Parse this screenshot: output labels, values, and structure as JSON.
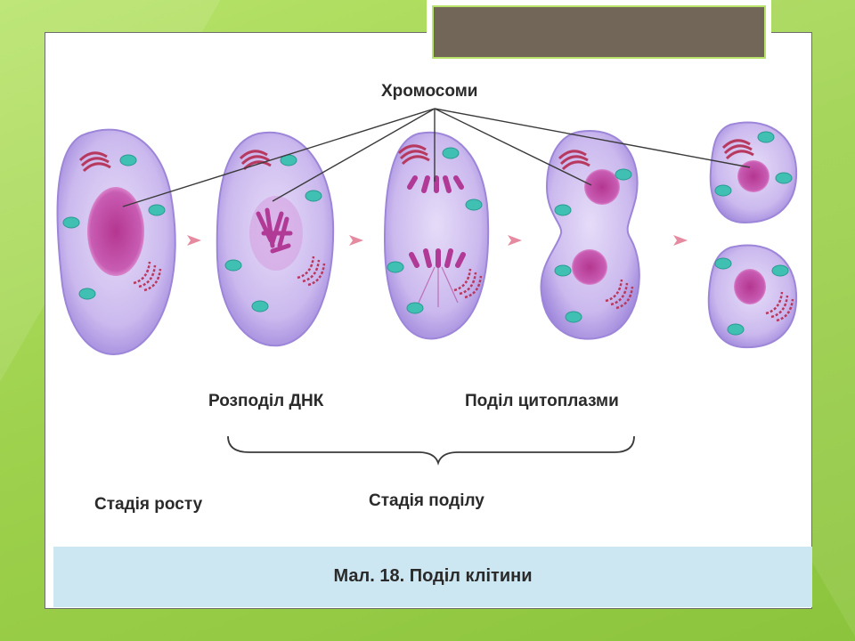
{
  "figure": {
    "labels": {
      "chromosomes": "Хромосоми",
      "dna_division": "Розподіл ДНК",
      "cytoplasm_division": "Поділ цитоплазми",
      "growth_stage": "Стадія росту",
      "division_stage": "Стадія поділу"
    },
    "caption": "Мал. 18. Поділ клітини"
  },
  "colors": {
    "cell_fill": "#c9b8ec",
    "cell_edge": "#9d86d9",
    "nucleus": "#c04aa8",
    "mitochondria": "#3fc0b3",
    "golgi": "#b8395f",
    "arrow": "#e68aa0",
    "caption_band": "#cde7f2"
  }
}
